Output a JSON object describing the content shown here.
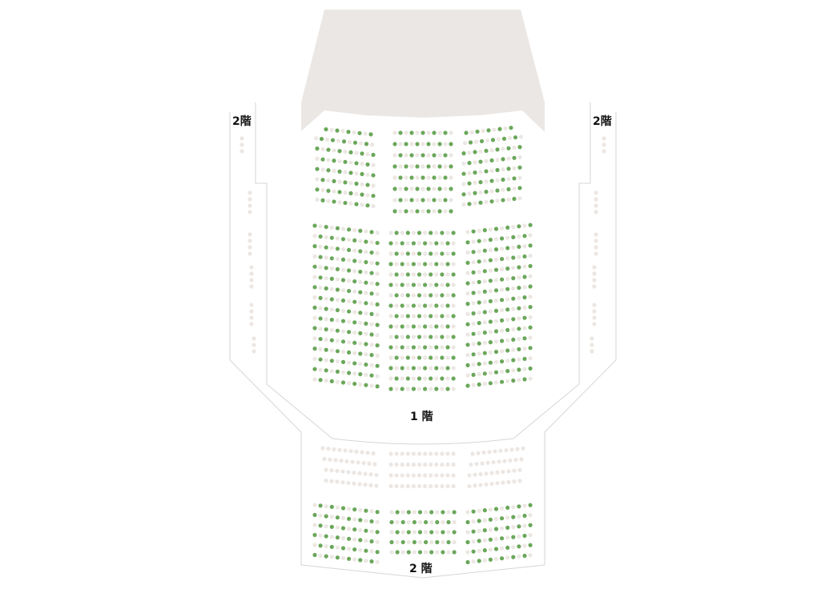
{
  "labels": {
    "balcony_left": "2階",
    "balcony_right": "2階",
    "floor1": "1 階",
    "floor2_rear": "2 階"
  },
  "colors": {
    "available": "#6ba75b",
    "unavailable": "#ece7e3",
    "stage": "#ebe7e4",
    "outline": "#d6d6d6"
  },
  "sections": [
    {
      "id": "1f-front-left",
      "rows": 8,
      "seats": 11,
      "offset": 0,
      "all_unavailable": false
    },
    {
      "id": "1f-front-center",
      "rows": 8,
      "seats": 11,
      "offset": 1,
      "all_unavailable": false
    },
    {
      "id": "1f-front-right",
      "rows": 8,
      "seats": 11,
      "offset": 0,
      "all_unavailable": false
    },
    {
      "id": "1f-rear-left",
      "rows": 16,
      "seats": 12,
      "offset": 0,
      "all_unavailable": false
    },
    {
      "id": "1f-rear-center",
      "rows": 16,
      "seats": 12,
      "offset": 1,
      "all_unavailable": false
    },
    {
      "id": "1f-rear-right",
      "rows": 16,
      "seats": 12,
      "offset": 1,
      "all_unavailable": false
    },
    {
      "id": "2f-upper-left",
      "rows": 4,
      "seats": 10,
      "offset": 0,
      "all_unavailable": true
    },
    {
      "id": "2f-upper-center",
      "rows": 4,
      "seats": 12,
      "offset": 0,
      "all_unavailable": true
    },
    {
      "id": "2f-upper-right",
      "rows": 4,
      "seats": 10,
      "offset": 0,
      "all_unavailable": true
    },
    {
      "id": "2f-lower-left",
      "rows": 6,
      "seats": 12,
      "offset": 1,
      "all_unavailable": false
    },
    {
      "id": "2f-lower-center",
      "rows": 5,
      "seats": 12,
      "offset": 1,
      "all_unavailable": false
    },
    {
      "id": "2f-lower-right",
      "rows": 6,
      "seats": 12,
      "offset": 1,
      "all_unavailable": false
    },
    {
      "id": "2f-side-left",
      "rows": 19,
      "seats": 1,
      "offset": 0,
      "all_unavailable": true
    },
    {
      "id": "2f-side-right",
      "rows": 19,
      "seats": 1,
      "offset": 0,
      "all_unavailable": true
    }
  ]
}
